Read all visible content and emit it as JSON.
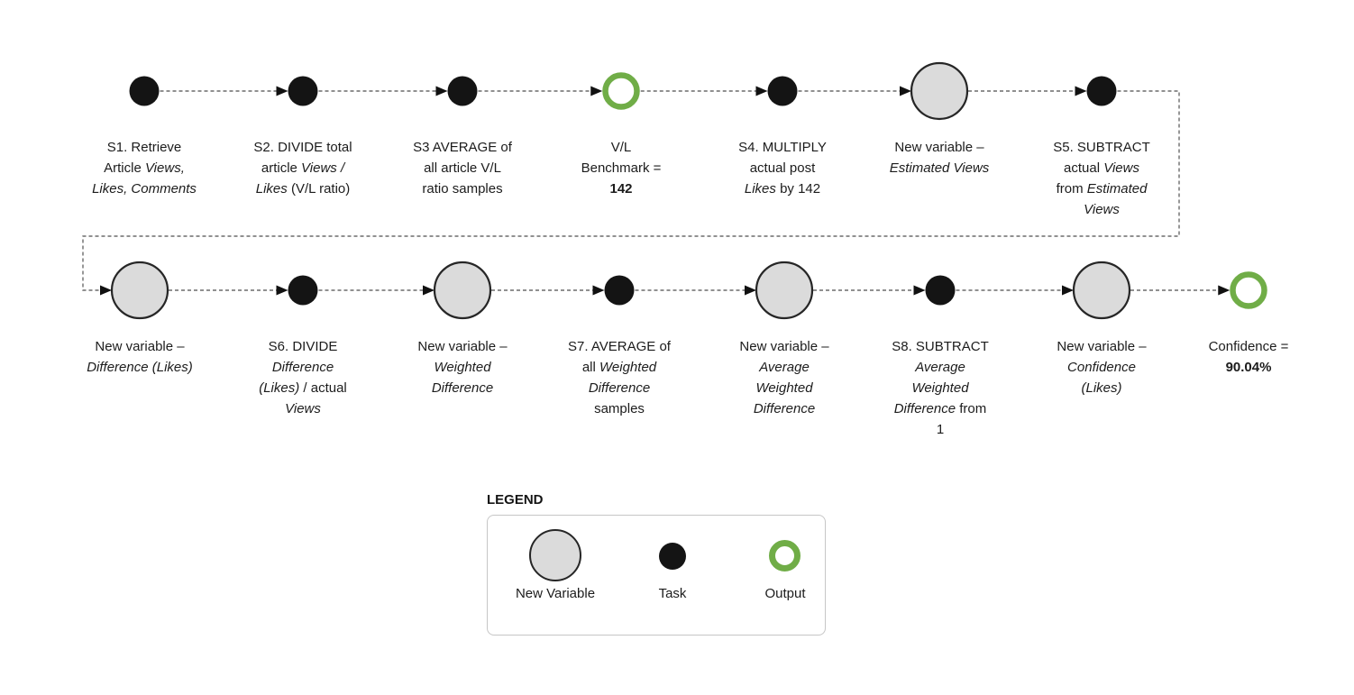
{
  "diagram": {
    "rows": [
      {
        "nodes": [
          {
            "name": "s1-retrieve-article",
            "type": "task",
            "lines": [
              [
                {
                  "t": "S1. Retrieve"
                }
              ],
              [
                {
                  "t": "Article "
                },
                {
                  "t": "Views,",
                  "i": true
                }
              ],
              [
                {
                  "t": "Likes, Comments",
                  "i": true
                }
              ]
            ]
          },
          {
            "name": "s2-divide-views-likes",
            "type": "task",
            "lines": [
              [
                {
                  "t": "S2. DIVIDE total"
                }
              ],
              [
                {
                  "t": "article "
                },
                {
                  "t": "Views /",
                  "i": true
                }
              ],
              [
                {
                  "t": "Likes",
                  "i": true
                },
                {
                  "t": " (V/L ratio)"
                }
              ]
            ]
          },
          {
            "name": "s3-average-vl-ratio",
            "type": "task",
            "lines": [
              [
                {
                  "t": "S3 AVERAGE of"
                }
              ],
              [
                {
                  "t": "all article V/L"
                }
              ],
              [
                {
                  "t": "ratio samples"
                }
              ]
            ]
          },
          {
            "name": "vl-benchmark-output",
            "type": "output",
            "lines": [
              [
                {
                  "t": "V/L"
                }
              ],
              [
                {
                  "t": "Benchmark ="
                }
              ],
              [
                {
                  "t": "142",
                  "b": true
                }
              ]
            ]
          },
          {
            "name": "s4-multiply-likes",
            "type": "task",
            "lines": [
              [
                {
                  "t": "S4. MULTIPLY"
                }
              ],
              [
                {
                  "t": "actual post"
                }
              ],
              [
                {
                  "t": "Likes",
                  "i": true
                },
                {
                  "t": " by 142"
                }
              ]
            ]
          },
          {
            "name": "new-var-estimated-views",
            "type": "variable",
            "lines": [
              [
                {
                  "t": "New variable –"
                }
              ],
              [
                {
                  "t": "Estimated Views",
                  "i": true
                }
              ]
            ]
          },
          {
            "name": "s5-subtract-views",
            "type": "task",
            "lines": [
              [
                {
                  "t": "S5. SUBTRACT"
                }
              ],
              [
                {
                  "t": "actual "
                },
                {
                  "t": "Views",
                  "i": true
                }
              ],
              [
                {
                  "t": "from "
                },
                {
                  "t": "Estimated",
                  "i": true
                }
              ],
              [
                {
                  "t": "Views",
                  "i": true
                }
              ]
            ]
          }
        ]
      },
      {
        "nodes": [
          {
            "name": "new-var-difference-likes",
            "type": "variable",
            "lines": [
              [
                {
                  "t": "New variable –"
                }
              ],
              [
                {
                  "t": "Difference (Likes)",
                  "i": true
                }
              ]
            ]
          },
          {
            "name": "s6-divide-difference",
            "type": "task",
            "lines": [
              [
                {
                  "t": "S6. DIVIDE"
                }
              ],
              [
                {
                  "t": "Difference",
                  "i": true
                }
              ],
              [
                {
                  "t": "(Likes)",
                  "i": true
                },
                {
                  "t": " / actual"
                }
              ],
              [
                {
                  "t": "Views",
                  "i": true
                }
              ]
            ]
          },
          {
            "name": "new-var-weighted-difference",
            "type": "variable",
            "lines": [
              [
                {
                  "t": "New variable –"
                }
              ],
              [
                {
                  "t": "Weighted",
                  "i": true
                }
              ],
              [
                {
                  "t": "Difference",
                  "i": true
                }
              ]
            ]
          },
          {
            "name": "s7-average-weighted-difference",
            "type": "task",
            "lines": [
              [
                {
                  "t": "S7. AVERAGE of"
                }
              ],
              [
                {
                  "t": "all "
                },
                {
                  "t": "Weighted",
                  "i": true
                }
              ],
              [
                {
                  "t": "Difference",
                  "i": true
                }
              ],
              [
                {
                  "t": "samples"
                }
              ]
            ]
          },
          {
            "name": "new-var-average-weighted-difference",
            "type": "variable",
            "lines": [
              [
                {
                  "t": "New variable –"
                }
              ],
              [
                {
                  "t": "Average",
                  "i": true
                }
              ],
              [
                {
                  "t": "Weighted",
                  "i": true
                }
              ],
              [
                {
                  "t": "Difference",
                  "i": true
                }
              ]
            ]
          },
          {
            "name": "s8-subtract-from-1",
            "type": "task",
            "lines": [
              [
                {
                  "t": "S8. SUBTRACT"
                }
              ],
              [
                {
                  "t": "Average",
                  "i": true
                }
              ],
              [
                {
                  "t": "Weighted",
                  "i": true
                }
              ],
              [
                {
                  "t": "Difference",
                  "i": true
                },
                {
                  "t": " from"
                }
              ],
              [
                {
                  "t": "1"
                }
              ]
            ]
          },
          {
            "name": "new-var-confidence-likes",
            "type": "variable",
            "lines": [
              [
                {
                  "t": "New variable –"
                }
              ],
              [
                {
                  "t": "Confidence",
                  "i": true
                }
              ],
              [
                {
                  "t": "(Likes)",
                  "i": true
                }
              ]
            ]
          },
          {
            "name": "confidence-output",
            "type": "output",
            "lines": [
              [
                {
                  "t": "Confidence ="
                }
              ],
              [
                {
                  "t": "90.04%",
                  "b": true
                }
              ]
            ]
          }
        ]
      }
    ]
  },
  "legend": {
    "title": "LEGEND",
    "items": [
      {
        "name": "new-variable",
        "label": "New Variable"
      },
      {
        "name": "task",
        "label": "Task"
      },
      {
        "name": "output",
        "label": "Output"
      }
    ]
  },
  "colors": {
    "output_green": "#70ad47",
    "variable_fill": "#dbdbdb",
    "circle_border": "#262626",
    "node_black": "#141414",
    "connector_gray": "#6b6b6b",
    "arrowhead_black": "#111111",
    "text": "#1c1c1c"
  }
}
